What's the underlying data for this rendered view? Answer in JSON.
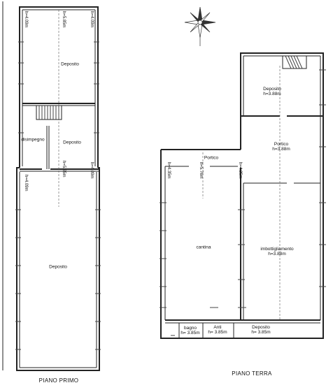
{
  "piano_primo": {
    "title": "PIANO PRIMO",
    "rooms": {
      "deposito_top": "Deposito",
      "deposito_mid": "Deposito",
      "disimpegno": "disimpegno",
      "deposito_bottom": "Deposito"
    },
    "heights": {
      "h1": "h=4.09m",
      "h2": "h=5.85m",
      "h3": "h=4.09m",
      "h4": "h=5.65m",
      "h5": "h=4.09m",
      "h6": "h=4.09m"
    }
  },
  "piano_terra": {
    "title": "PIANO TERRA",
    "rooms": {
      "deposito_top": {
        "name": "Deposito",
        "height": "h=3.88m"
      },
      "portico_right": {
        "name": "Portico",
        "height": "h=3.88m"
      },
      "portico_left": {
        "name": "Portico"
      },
      "cantina": {
        "name": "cantina"
      },
      "imbottigliamento": {
        "name": "imbottigliamento",
        "height": "h=3.88m"
      },
      "bagno": {
        "name": "bagno",
        "height": "h= 3.85m"
      },
      "anti": {
        "name": "Anti",
        "height": "h= 3.85m"
      },
      "deposito_bottom": {
        "name": "Deposito",
        "height": "h= 3.85m"
      }
    },
    "heights": {
      "h1": "h=4.35m",
      "h2": "h=5.76m",
      "h3": "h=4.25m"
    }
  },
  "compass": {
    "icon": "compass-rose-icon"
  }
}
